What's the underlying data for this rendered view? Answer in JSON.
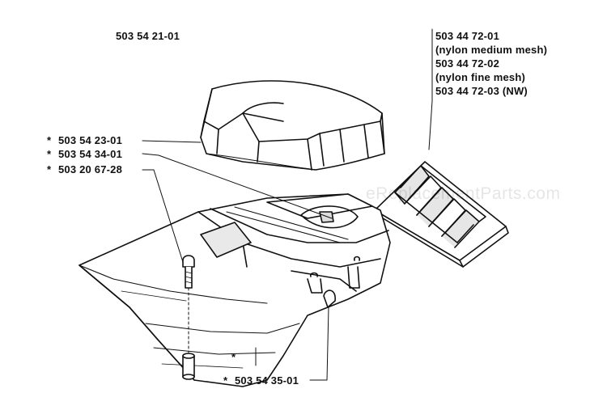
{
  "parts": {
    "top_cover": {
      "number": "503 54 21-01"
    },
    "filter": {
      "lines": [
        "503 44 72-01",
        "(nylon medium mesh)",
        "503 44 72-02",
        "(nylon fine mesh)",
        "503 44 72-03 (NW)"
      ]
    },
    "left": [
      {
        "marker": "*",
        "number": "503 54 23-01"
      },
      {
        "marker": "*",
        "number": "503 54 34-01"
      },
      {
        "marker": "*",
        "number": "503 20 67-28"
      }
    ],
    "bottom": {
      "marker": "*",
      "number": "503 54 35-01"
    },
    "footnote_marker": "*"
  },
  "watermark": "eReplacementParts.com",
  "colors": {
    "line": "#111111",
    "background": "#ffffff",
    "shade": "#cfcfcf"
  }
}
